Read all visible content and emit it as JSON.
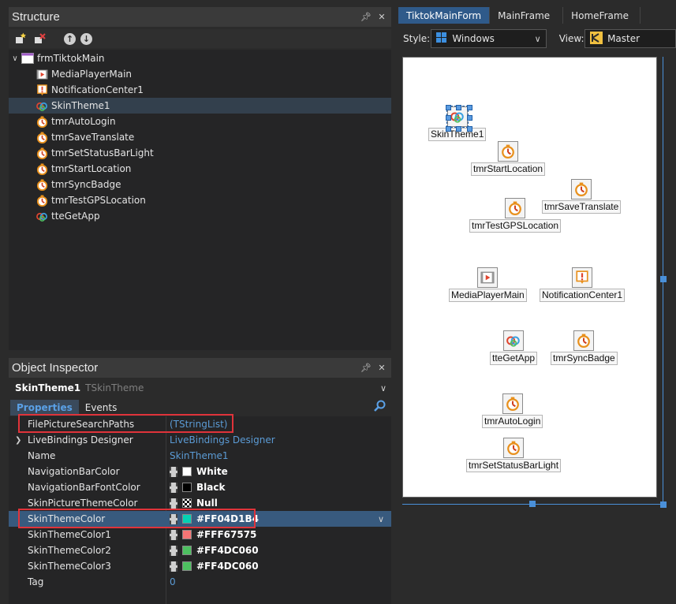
{
  "structure": {
    "title": "Structure",
    "root": "frmTiktokMain",
    "items": [
      {
        "label": "MediaPlayerMain",
        "icon": "media-player-icon"
      },
      {
        "label": "NotificationCenter1",
        "icon": "notification-icon"
      },
      {
        "label": "SkinTheme1",
        "icon": "skin-theme-icon"
      },
      {
        "label": "tmrAutoLogin",
        "icon": "timer-icon"
      },
      {
        "label": "tmrSaveTranslate",
        "icon": "timer-icon"
      },
      {
        "label": "tmrSetStatusBarLight",
        "icon": "timer-icon"
      },
      {
        "label": "tmrStartLocation",
        "icon": "timer-icon"
      },
      {
        "label": "tmrSyncBadge",
        "icon": "timer-icon"
      },
      {
        "label": "tmrTestGPSLocation",
        "icon": "timer-icon"
      },
      {
        "label": "tteGetApp",
        "icon": "tether-icon"
      }
    ]
  },
  "inspector": {
    "title": "Object Inspector",
    "component_name": "SkinTheme1",
    "component_type": "TSkinTheme",
    "tabs": [
      "Properties",
      "Events"
    ],
    "rows": [
      {
        "name": "FilePictureSearchPaths",
        "value": "(TStringList)",
        "kind": "link"
      },
      {
        "name": "LiveBindings Designer",
        "value": "LiveBindings Designer",
        "kind": "link",
        "expandable": true
      },
      {
        "name": "Name",
        "value": "SkinTheme1",
        "kind": "link"
      },
      {
        "name": "NavigationBarColor",
        "value": "White",
        "kind": "color",
        "color": "#FFFFFF"
      },
      {
        "name": "NavigationBarFontColor",
        "value": "Black",
        "kind": "color",
        "color": "#000000"
      },
      {
        "name": "SkinPictureThemeColor",
        "value": "Null",
        "kind": "color",
        "color": "null"
      },
      {
        "name": "SkinThemeColor",
        "value": "#FF04D1B4",
        "kind": "color",
        "color": "#04D1B4"
      },
      {
        "name": "SkinThemeColor1",
        "value": "#FFF67575",
        "kind": "color",
        "color": "#F67575"
      },
      {
        "name": "SkinThemeColor2",
        "value": "#FF4DC060",
        "kind": "color",
        "color": "#4DC060"
      },
      {
        "name": "SkinThemeColor3",
        "value": "#FF4DC060",
        "kind": "color",
        "color": "#4DC060"
      },
      {
        "name": "Tag",
        "value": "0",
        "kind": "link"
      }
    ]
  },
  "designer": {
    "tabs": [
      "TiktokMainForm",
      "MainFrame",
      "HomeFrame"
    ],
    "style_label": "Style:",
    "style_value": "Windows",
    "view_label": "View:",
    "view_value": "Master",
    "components": [
      {
        "label": "SkinTheme1",
        "icon": "skin-theme-icon"
      },
      {
        "label": "tmrStartLocation",
        "icon": "timer-icon"
      },
      {
        "label": "tmrSaveTranslate",
        "icon": "timer-icon"
      },
      {
        "label": "tmrTestGPSLocation",
        "icon": "timer-icon"
      },
      {
        "label": "MediaPlayerMain",
        "icon": "media-player-icon"
      },
      {
        "label": "NotificationCenter1",
        "icon": "notification-icon"
      },
      {
        "label": "tteGetApp",
        "icon": "tether-icon"
      },
      {
        "label": "tmrSyncBadge",
        "icon": "timer-icon"
      },
      {
        "label": "tmrAutoLogin",
        "icon": "timer-icon"
      },
      {
        "label": "tmrSetStatusBarLight",
        "icon": "timer-icon"
      }
    ]
  },
  "colors": {
    "accent": "#2F5A8A",
    "highlight_box": "#E0333A",
    "selected_row": "#385A7E"
  }
}
